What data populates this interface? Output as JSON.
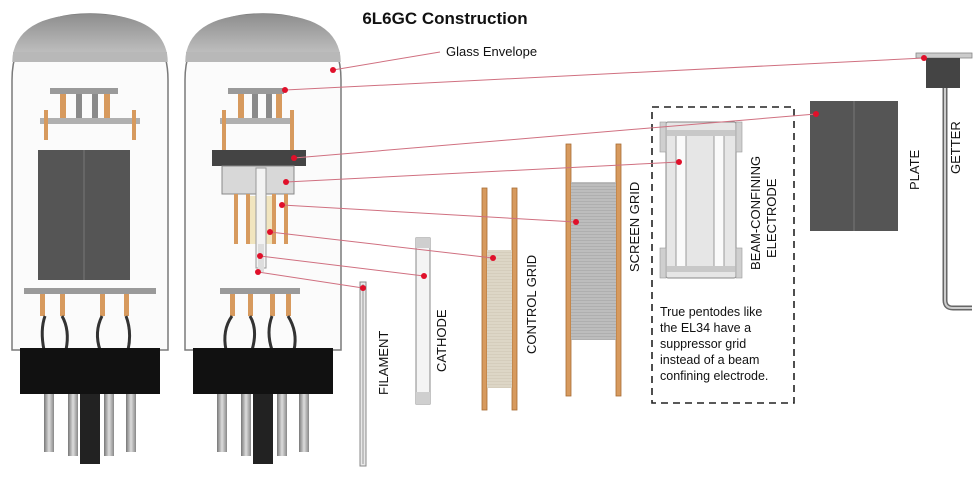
{
  "title": "6L6GC Construction",
  "labels": {
    "glass_envelope": "Glass Envelope",
    "getter": "GETTER",
    "plate": "PLATE",
    "beam_confining_electrode": [
      "BEAM-CONFINING",
      "ELECTRODE"
    ],
    "screen_grid": "SCREEN GRID",
    "control_grid": "CONTROL GRID",
    "cathode": "CATHODE",
    "filament": "FILAMENT"
  },
  "note": [
    "True pentodes like",
    "the EL34 have a",
    "suppressor grid",
    "instead of a beam",
    "confining electrode."
  ],
  "colors": {
    "leader_line": "#d07080",
    "leader_dot": "#e0102a",
    "plate_gray": "#555555",
    "base_black": "#111111",
    "copper": "#d79a5e",
    "glass_top": "#9a9a9a"
  }
}
